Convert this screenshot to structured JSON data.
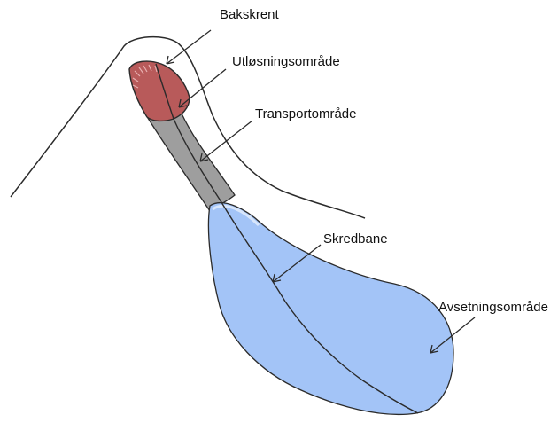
{
  "diagram": {
    "labels": {
      "bakskrent": "Bakskrent",
      "utlosningsomrade": "Utløsningsområde",
      "transportomrade": "Transportområde",
      "skredbane": "Skredbane",
      "avsetningsomrade": "Avsetningsområde"
    },
    "colors": {
      "release_zone": "#b85a5a",
      "transport_zone": "#9e9e9e",
      "deposition_zone": "#a3c4f7",
      "outline": "#2b2b2b"
    }
  }
}
